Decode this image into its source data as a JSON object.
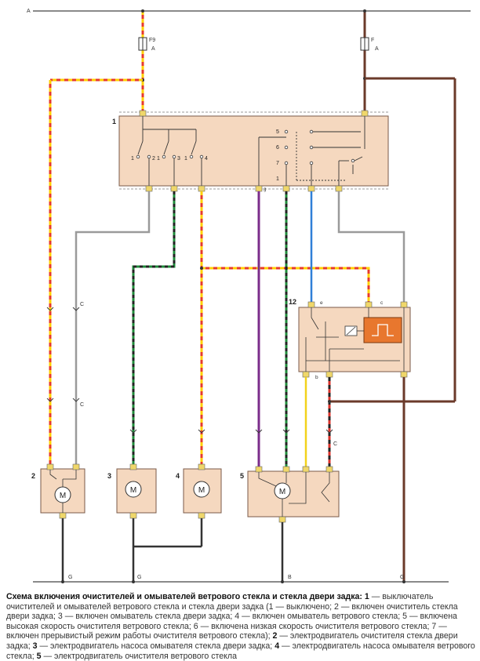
{
  "labels": {
    "bus_a": "A",
    "fuse_f9": "F9",
    "fuse_f9_a": "A",
    "fuse_f": "F",
    "fuse_f_a": "A",
    "ground_g1": "G",
    "ground_g2": "G",
    "ground_b": "B",
    "ground_g3": "G",
    "conn_c1": "C",
    "conn_c2": "C",
    "conn_c3": "C",
    "wire_g": "g",
    "relay_e": "e",
    "relay_c": "c",
    "relay_b": "b"
  },
  "switch": {
    "number": "1",
    "pos_1a": "1",
    "pos_2": "2",
    "pos_1b": "1",
    "pos_3": "3",
    "pos_1c": "1",
    "pos_4": "4",
    "pos_5": "5",
    "pos_6": "6",
    "pos_7": "7",
    "pos_1d": "1"
  },
  "relay": {
    "number": "12"
  },
  "motors": [
    {
      "number": "2",
      "symbol": "M"
    },
    {
      "number": "3",
      "symbol": "M"
    },
    {
      "number": "4",
      "symbol": "M"
    },
    {
      "number": "5",
      "symbol": "M"
    }
  ],
  "caption": {
    "title": "Схема включения очистителей и омывателей ветрового стекла и стекла двери задка:",
    "n1": "1",
    "t1": " — выключатель очистителей и омывателей ветрового стекла и стекла двери задка (1 — выключено; 2 — включен очиститель стекла двери задка; 3 — включен омыватель стекла двери задка; 4 — включен омыватель ветрового стекла; 5 — включена высокая скорость очистителя ветрового стекла; 6 — включена низкая скорость очистителя ветрового стекла; 7 — включен прерывистый режим работы очистителя ветрового стекла);",
    "n2": "2",
    "t2": " — электродвигатель очистителя стекла двери задка;",
    "n3": "3",
    "t3": " — электродвигатель насоса омывателя стекла двери задка;",
    "n4": "4",
    "t4": " — электродвигатель насоса омывателя ветрового стекла;",
    "n5": "5",
    "t5": " — электродвигатель очистителя ветрового стекла"
  }
}
